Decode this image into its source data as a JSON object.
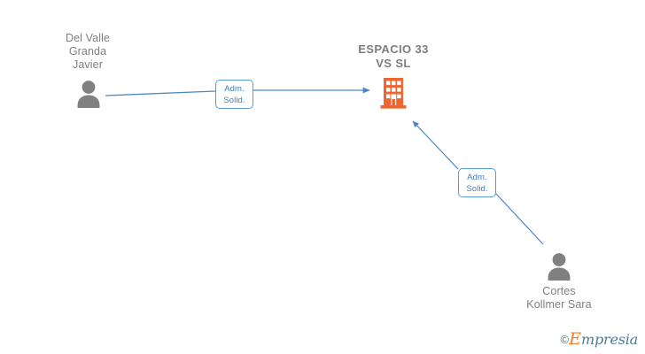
{
  "graph": {
    "background": "#ffffff",
    "accent_company": "#f0652f",
    "accent_person": "#808080",
    "accent_edge": "#4a86c8",
    "nodes": [
      {
        "id": "person-del-valle",
        "type": "person",
        "icon": "person-icon",
        "label": "Del Valle\nGranda\nJavier"
      },
      {
        "id": "company-espacio-33",
        "type": "company",
        "icon": "building-icon",
        "label": "ESPACIO 33\nVS  SL"
      },
      {
        "id": "person-cortes",
        "type": "person",
        "icon": "person-icon",
        "label": "Cortes\nKollmer Sara"
      }
    ],
    "edges": [
      {
        "id": "edge-del-valle-to-espacio",
        "from": "person-del-valle",
        "to": "company-espacio-33",
        "label": "Adm.\nSolid."
      },
      {
        "id": "edge-cortes-to-espacio",
        "from": "person-cortes",
        "to": "company-espacio-33",
        "label": "Adm.\nSolid."
      }
    ]
  },
  "watermark": {
    "copyright": "©",
    "brand_initial": "E",
    "brand_rest": "mpresia"
  }
}
